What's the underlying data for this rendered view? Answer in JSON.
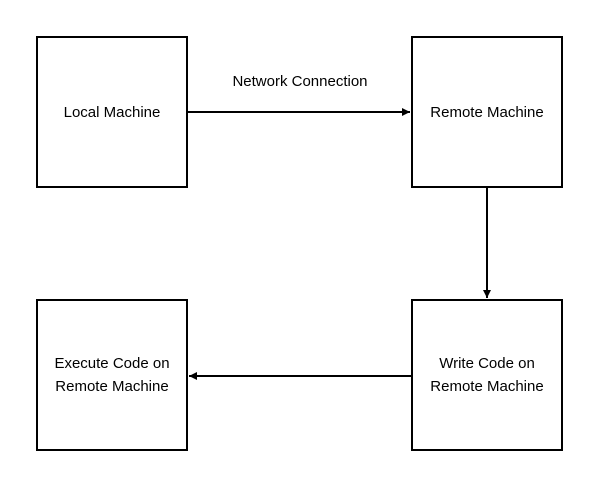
{
  "diagram": {
    "nodes": {
      "local_machine": "Local Machine",
      "remote_machine": "Remote Machine",
      "execute_code": "Execute Code on\nRemote Machine",
      "write_code": "Write Code on\nRemote Machine"
    },
    "edges": {
      "network_connection": "Network Connection"
    },
    "colors": {
      "stroke": "#000000",
      "background": "#ffffff",
      "text": "#000000"
    }
  }
}
